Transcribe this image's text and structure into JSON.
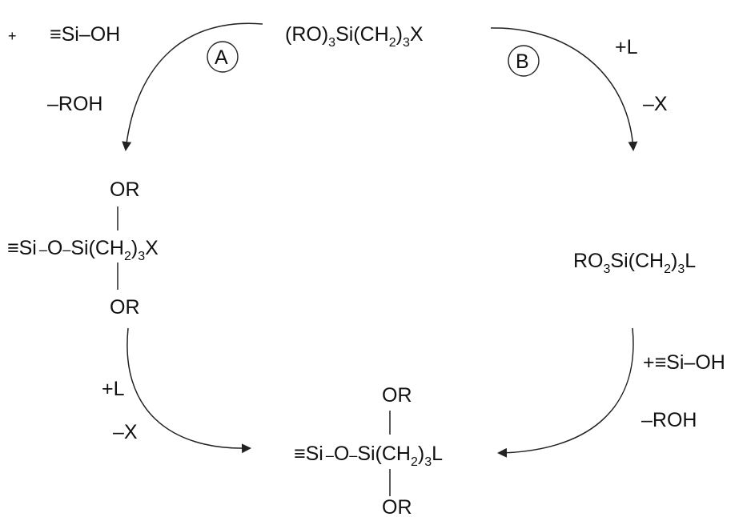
{
  "diagram": {
    "top_reagent": {
      "prefix": "(RO)",
      "sub1": "3",
      "mid": "Si(CH",
      "sub2": "2",
      "mid2": ")",
      "sub3": "3",
      "suffix": "X"
    },
    "route_a": {
      "label": "A",
      "plus": "+",
      "reagent": "≡Si–OH",
      "byproduct": "–ROH"
    },
    "route_b": {
      "label": "B",
      "add": "+L",
      "remove": "–X"
    },
    "left_intermediate": {
      "or_top": "OR",
      "prefix": "≡Si",
      "link1": "–",
      "oxygen": "O",
      "link2": "–",
      "core": "Si(CH",
      "sub1": "2",
      "mid": ")",
      "sub2": "3",
      "suffix": "X",
      "or_bottom": "OR"
    },
    "right_intermediate": {
      "prefix": "RO",
      "sub1": "3",
      "core": "Si(CH",
      "sub2": "2",
      "mid": ")",
      "sub3": "3",
      "suffix": "L"
    },
    "left_step": {
      "add": "+L",
      "remove": "–X"
    },
    "right_step": {
      "add": "+≡Si–OH",
      "remove": "–ROH"
    },
    "product": {
      "or_top": "OR",
      "prefix": "≡Si",
      "link1": "–",
      "oxygen": "O",
      "link2": "–",
      "core": "Si(CH",
      "sub1": "2",
      "mid": ")",
      "sub2": "3",
      "suffix": "L",
      "or_bottom": "OR"
    }
  }
}
